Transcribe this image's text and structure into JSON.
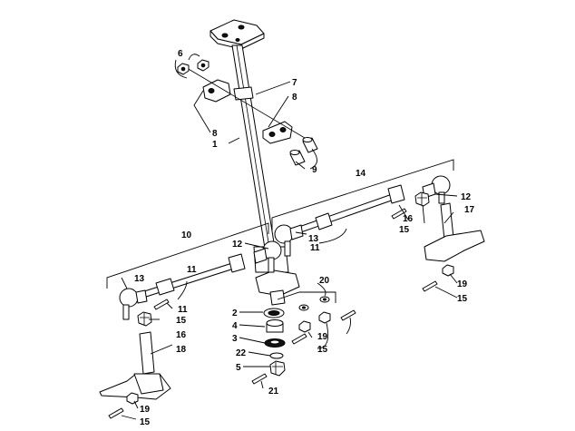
{
  "diagram": {
    "callouts": [
      "1",
      "2",
      "3",
      "4",
      "5",
      "6",
      "7",
      "8",
      "8",
      "9",
      "10",
      "11",
      "11",
      "11",
      "12",
      "12",
      "13",
      "13",
      "14",
      "15",
      "15",
      "15",
      "15",
      "15",
      "16",
      "16",
      "17",
      "18",
      "19",
      "19",
      "19",
      "20",
      "21",
      "22"
    ]
  }
}
